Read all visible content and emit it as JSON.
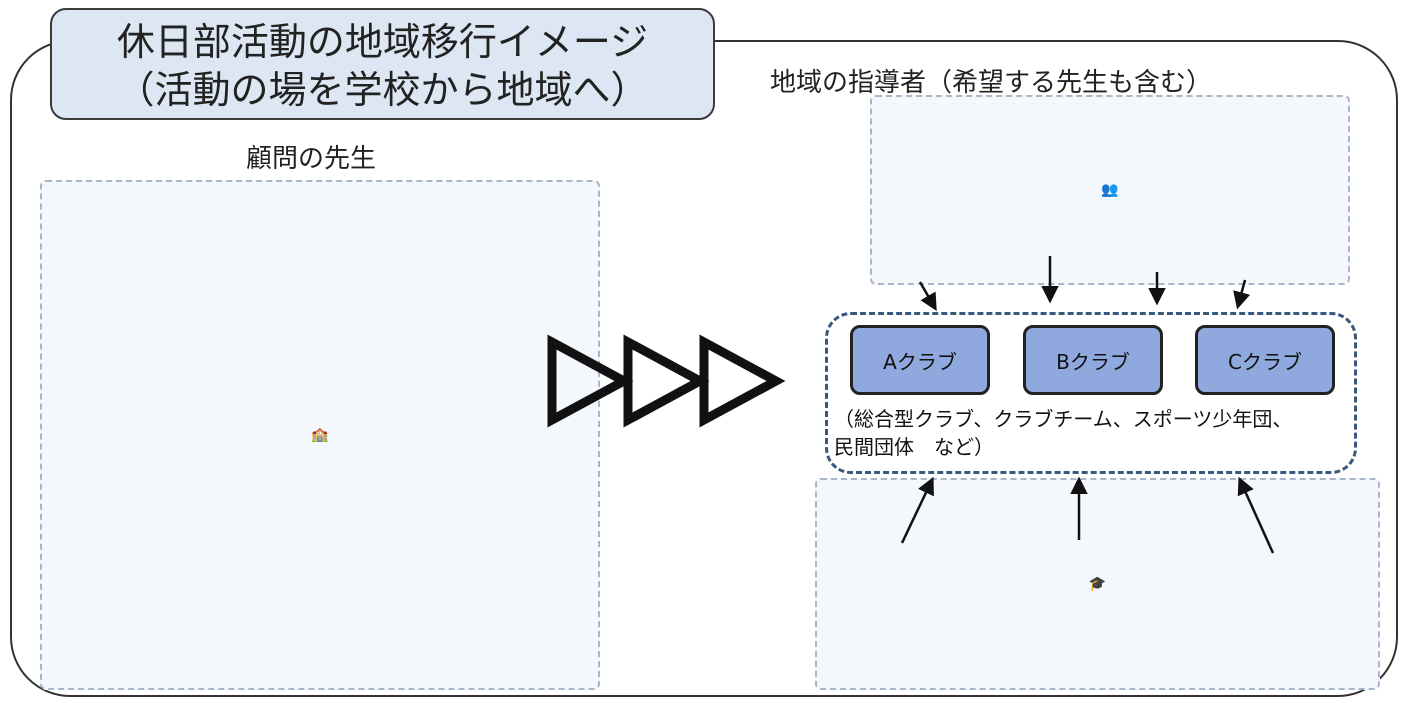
{
  "title": {
    "line1": "休日部活動の地域移行イメージ",
    "line2": "（活動の場を学校から地域へ）"
  },
  "left_label": "顧問の先生",
  "right_label": "地域の指導者（希望する先生も含む）",
  "clubs": [
    {
      "label": "Aクラブ"
    },
    {
      "label": "Bクラブ"
    },
    {
      "label": "Cクラブ"
    }
  ],
  "club_note": {
    "line1": "（総合型クラブ、クラブチーム、スポーツ少年団、",
    "line2": "民間団体　など）"
  },
  "icons": {
    "transition_arrows": "triple-hollow-triangle-icon",
    "flow_arrows": "arrow-icon"
  },
  "colors": {
    "title_bg": "#dce7f3",
    "club_fill": "#8fa9de",
    "club_area_border": "#39587d",
    "frame_border": "#333333"
  }
}
